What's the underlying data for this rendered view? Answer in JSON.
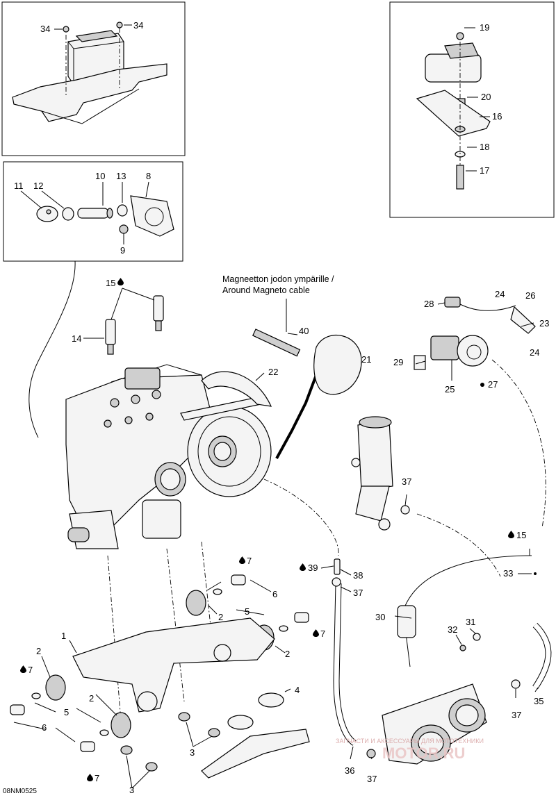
{
  "diagram_code": "08NM0525",
  "caption": {
    "line1": "Magneetton jodon ympärille /",
    "line2": "Around Magneto cable"
  },
  "watermark": {
    "small": "ЗАПЧАСТИ И АКСЕССУАРЫ ДЛЯ МОТОТЕХНИКИ",
    "large": "MOTOR.RU"
  },
  "labels": {
    "n34a": "34",
    "n34b": "34",
    "n19": "19",
    "n20": "20",
    "n16": "16",
    "n18": "18",
    "n17": "17",
    "n11": "11",
    "n12": "12",
    "n10": "10",
    "n13": "13",
    "n8": "8",
    "n9": "9",
    "n15a": "15",
    "n14": "14",
    "n40": "40",
    "n22": "22",
    "n21": "21",
    "n24a": "24",
    "n26": "26",
    "n28": "28",
    "n23": "23",
    "n24b": "24",
    "n29": "29",
    "n25": "25",
    "n27": "27",
    "n37a": "37",
    "n15b": "15",
    "n39": "39",
    "n38": "38",
    "n37b": "37",
    "n33": "33",
    "n7a": "7",
    "n6a": "6",
    "n2a": "2",
    "n5a": "5",
    "n7b": "7",
    "n2b": "2",
    "n1": "1",
    "n30": "30",
    "n31": "31",
    "n32": "32",
    "n2c": "2",
    "n7c": "7",
    "n4": "4",
    "n35": "35",
    "n37c": "37",
    "n5b": "5",
    "n2d": "2",
    "n6b": "6",
    "n3a": "3",
    "n3b": "3",
    "n7d": "7",
    "n36": "36",
    "n37d": "37"
  },
  "icons": {
    "drop": "loctite-drop-icon"
  }
}
